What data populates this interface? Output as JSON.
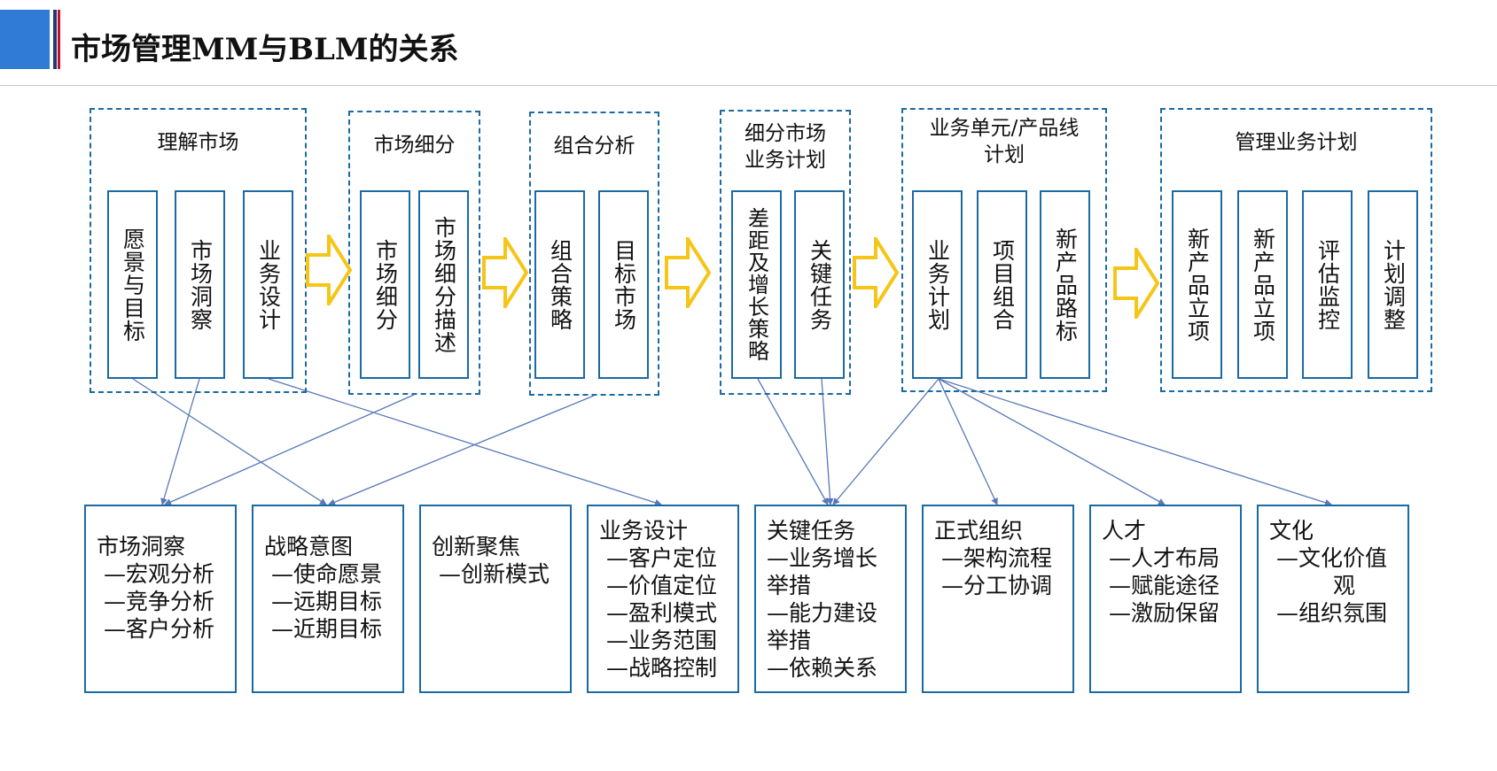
{
  "title": "市场管理MM与BLM的关系",
  "colors": {
    "accent": "#2f7bd6",
    "border": "#1a6aa3",
    "arrow": "#f5c518",
    "connector": "#5878b8"
  },
  "groups": [
    {
      "label_lines": [
        "理解市场"
      ],
      "items": [
        "愿景与目标",
        "市场洞察",
        "业务设计"
      ]
    },
    {
      "label_lines": [
        "市场细分"
      ],
      "items": [
        "市场细分",
        "市场细分描述"
      ]
    },
    {
      "label_lines": [
        "组合分析"
      ],
      "items": [
        "组合策略",
        "目标市场"
      ]
    },
    {
      "label_lines": [
        "细分市场",
        "业务计划"
      ],
      "items": [
        "差距及增长策略",
        "关键任务"
      ]
    },
    {
      "label_lines": [
        "业务单元/产品线",
        "计划"
      ],
      "items": [
        "业务计划",
        "项目组合",
        "新产品路标"
      ]
    },
    {
      "label_lines": [
        "管理业务计划"
      ],
      "items": [
        "新产品立项",
        "新产品立项",
        "评估监控",
        "计划调整"
      ]
    }
  ],
  "blm": [
    {
      "title": "市场洞察",
      "lines": [
        "—宏观分析",
        "—竞争分析",
        "—客户分析"
      ]
    },
    {
      "title": "战略意图",
      "lines": [
        "—使命愿景",
        "—远期目标",
        "—近期目标"
      ]
    },
    {
      "title": "创新聚焦",
      "lines": [
        "—创新模式"
      ]
    },
    {
      "title": "业务设计",
      "lines": [
        "—客户定位",
        "—价值定位",
        "—盈利模式",
        "—业务范围",
        "—战略控制"
      ]
    },
    {
      "title": "关键任务",
      "lines": [
        "—业务增长",
        "举措",
        "—能力建设",
        "举措",
        "—依赖关系"
      ]
    },
    {
      "title": "正式组织",
      "lines": [
        "—架构流程",
        "—分工协调"
      ]
    },
    {
      "title": "人才",
      "lines": [
        "—人才布局",
        "—赋能途径",
        "—激励保留"
      ]
    },
    {
      "title": "文化",
      "lines": [
        "—文化价值",
        "观",
        "—组织氛围"
      ]
    }
  ]
}
